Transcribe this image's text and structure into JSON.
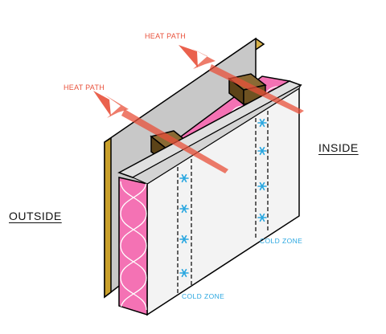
{
  "labels": {
    "outside": "OUTSIDE",
    "inside": "INSIDE",
    "heat_path_top": "HEAT PATH",
    "heat_path_left": "HEAT PATH",
    "cold_zone_right": "COLD ZONE",
    "cold_zone_bottom": "COLD ZONE"
  },
  "colors": {
    "sheathing_edge": "#c9a02b",
    "sheathing_face": "#c8c8c8",
    "drywall_face": "#f3f3f3",
    "drywall_top": "#e0e0e0",
    "insulation": "#f472b4",
    "insulation_line": "#ffffff",
    "stud_top": "#8a6a34",
    "stud_side": "#5c4318",
    "heat_arrow": "#e8503a",
    "cold_mark": "#2aa7e0",
    "outline": "#000000"
  },
  "icons": {
    "cold_marker": "snowflake-icon",
    "heat_arrow": "arrow-icon"
  }
}
